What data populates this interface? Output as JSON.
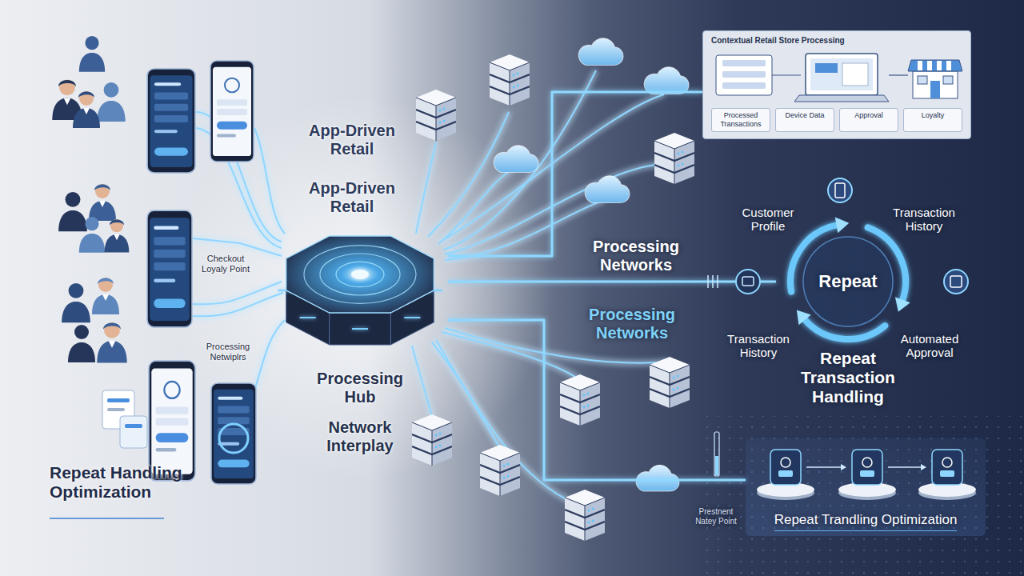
{
  "diagram": {
    "nodes": [
      {
        "text": [
          "Processing Hub",
          "Network Interplay"
        ]
      },
      {
        "text": [
          "Repeat",
          "Repeat Transaction Handling"
        ]
      },
      {
        "text": [
          "Contextual Retail Store Processing",
          "Processed Transactions",
          "Device Data",
          "Approval",
          "Loyalty"
        ]
      },
      {
        "text": [
          "Repeat Trandling Optimization"
        ]
      }
    ],
    "edges": [
      {
        "from": 0,
        "to": 1,
        "arrow": "none"
      },
      {
        "from": 0,
        "to": 2,
        "arrow": "none"
      },
      {
        "from": 0,
        "to": 3,
        "arrow": "none"
      }
    ],
    "labels": [
      "App-Driven Retail",
      "App-Driven Retail",
      "Checkout Loyaly Point",
      "Processing Netwiplrs",
      "Repeat Handling Optimization",
      "Processing Networks",
      "Processing Networks",
      "Customer Profile",
      "Transaction History",
      "Transaction History",
      "Automated Approval",
      "Prestnent Natey Point"
    ]
  }
}
